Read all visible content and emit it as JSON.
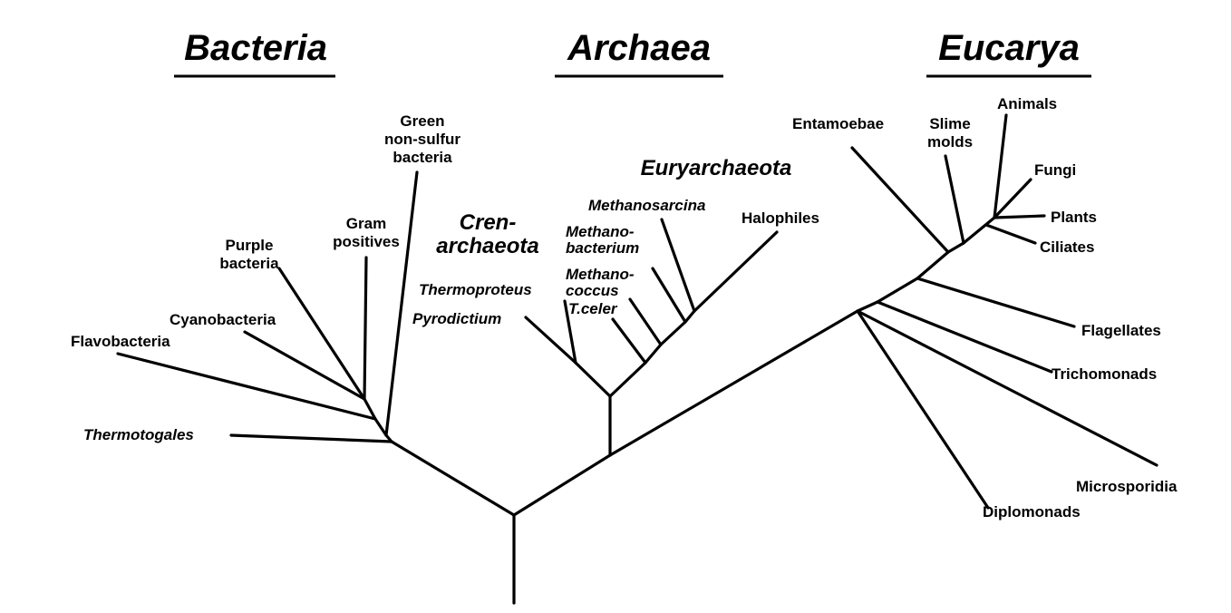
{
  "domains": {
    "bacteria": "Bacteria",
    "archaea": "Archaea",
    "eucarya": "Eucarya"
  },
  "groups": {
    "euryarchaeota": "Euryarchaeota",
    "crenarchaeota": [
      "Cren-",
      "archaeota"
    ]
  },
  "bacteria": {
    "green_nonsulfur": [
      "Green",
      "non-sulfur",
      "bacteria"
    ],
    "gram_positives": [
      "Gram",
      "positives"
    ],
    "purple": [
      "Purple",
      "bacteria"
    ],
    "cyanobacteria": "Cyanobacteria",
    "flavobacteria": "Flavobacteria",
    "thermotogales": "Thermotogales"
  },
  "archaea": {
    "methanosarcina": "Methanosarcina",
    "methanobacterium": [
      "Methano-",
      "bacterium"
    ],
    "halophiles": "Halophiles",
    "methanococcus": [
      "Methano-",
      "coccus"
    ],
    "tceler": "T.celer",
    "thermoproteus": "Thermoproteus",
    "pyrodictium": "Pyrodictium"
  },
  "eucarya": {
    "entamoebae": "Entamoebae",
    "slime_molds": [
      "Slime",
      "molds"
    ],
    "animals": "Animals",
    "fungi": "Fungi",
    "plants": "Plants",
    "ciliates": "Ciliates",
    "flagellates": "Flagellates",
    "trichomonads": "Trichomonads",
    "microsporidia": "Microsporidia",
    "diplomonads": "Diplomonads"
  }
}
